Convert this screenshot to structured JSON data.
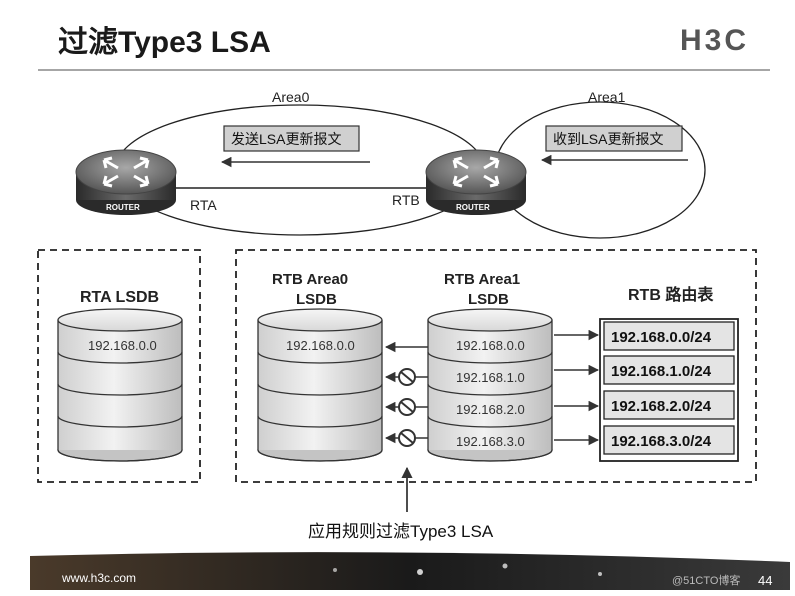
{
  "slide": {
    "title": "过滤Type3 LSA",
    "logo": "H3C",
    "footer_url": "www.h3c.com",
    "page_number": "44",
    "watermark": "@51CTO博客"
  },
  "topology": {
    "area0_label": "Area0",
    "area1_label": "Area1",
    "send_label": "发送LSA更新报文",
    "receive_label": "收到LSA更新报文",
    "router_caption": "ROUTER",
    "rta_label": "RTA",
    "rtb_label": "RTB"
  },
  "rta_lsdb": {
    "title": "RTA LSDB",
    "entries": [
      "192.168.0.0"
    ]
  },
  "rtb_area0_lsdb": {
    "title_line1": "RTB Area0",
    "title_line2": "LSDB",
    "entries": [
      "192.168.0.0"
    ]
  },
  "rtb_area1_lsdb": {
    "title_line1": "RTB Area1",
    "title_line2": "LSDB",
    "entries": [
      "192.168.0.0",
      "192.168.1.0",
      "192.168.2.0",
      "192.168.3.0"
    ]
  },
  "routing_table": {
    "title": "RTB 路由表",
    "routes": [
      "192.168.0.0/24",
      "192.168.1.0/24",
      "192.168.2.0/24",
      "192.168.3.0/24"
    ]
  },
  "filter_caption": "应用规则过滤Type3 LSA"
}
